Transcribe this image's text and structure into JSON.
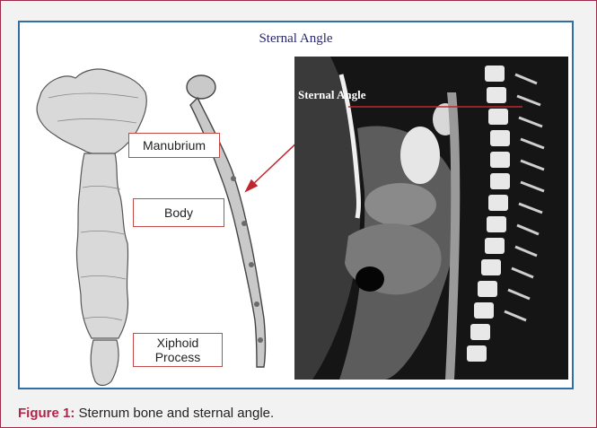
{
  "figure": {
    "title": "Sternal Angle",
    "labels": {
      "manubrium": "Manubrium",
      "body": "Body",
      "xiphoid_line1": "Xiphoid",
      "xiphoid_line2": "Process",
      "ct_sternal_angle": "Sternal Angle"
    }
  },
  "caption": {
    "label": "Figure 1:",
    "text": " Sternum bone and sternal angle."
  },
  "colors": {
    "frame_border": "#9c2a4a",
    "figure_border": "#2f6fa3",
    "annotation_red": "#c0262c",
    "caption_label": "#b0254a"
  }
}
